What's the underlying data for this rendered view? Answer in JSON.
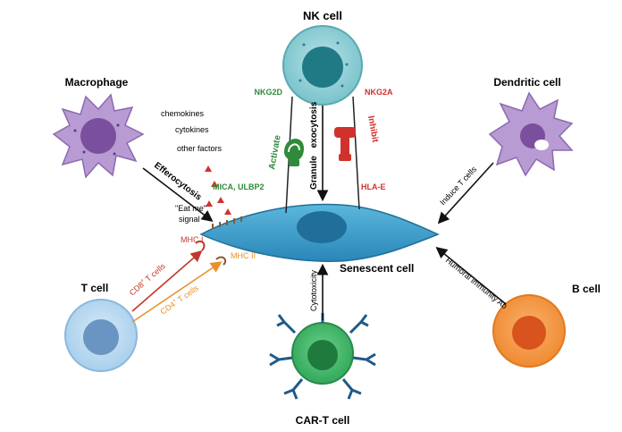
{
  "cells": {
    "nk": "NK cell",
    "macrophage": "Macrophage",
    "dendritic": "Dendritic cell",
    "senescent": "Senescent cell",
    "t_cell": "T cell",
    "b_cell": "B cell",
    "car_t": "CAR-T cell"
  },
  "macrophage_factors": [
    "chemokines",
    "cytokines",
    "other factors"
  ],
  "labels": {
    "efferocytosis": "Efferocytosis",
    "eat_me_1": "\"Eat me\"",
    "eat_me_2": "signal",
    "nkg2d": "NKG2D",
    "nkg2a": "NKG2A",
    "activate": "Activate",
    "inhibit": "Inhibit",
    "granule": "Granule",
    "exocytosis": "exocytosis",
    "mica": "MICA, ULBP2",
    "hla_e": "HLA-E",
    "mhc1": "MHC I",
    "mhc2": "MHC II",
    "cd8": "CD8",
    "cd8_suffix": " T cells",
    "cd4": "CD4",
    "cd4_suffix": " T cells",
    "plus": "+",
    "cytotoxicity": "Cytotoxicity",
    "induce": "Induce T cells",
    "humoral": "Humoral immunity Ab"
  },
  "colors": {
    "green": "#2e8b3a",
    "red": "#d0312d",
    "orange": "#e8902a",
    "brown": "#7a4a1e"
  }
}
